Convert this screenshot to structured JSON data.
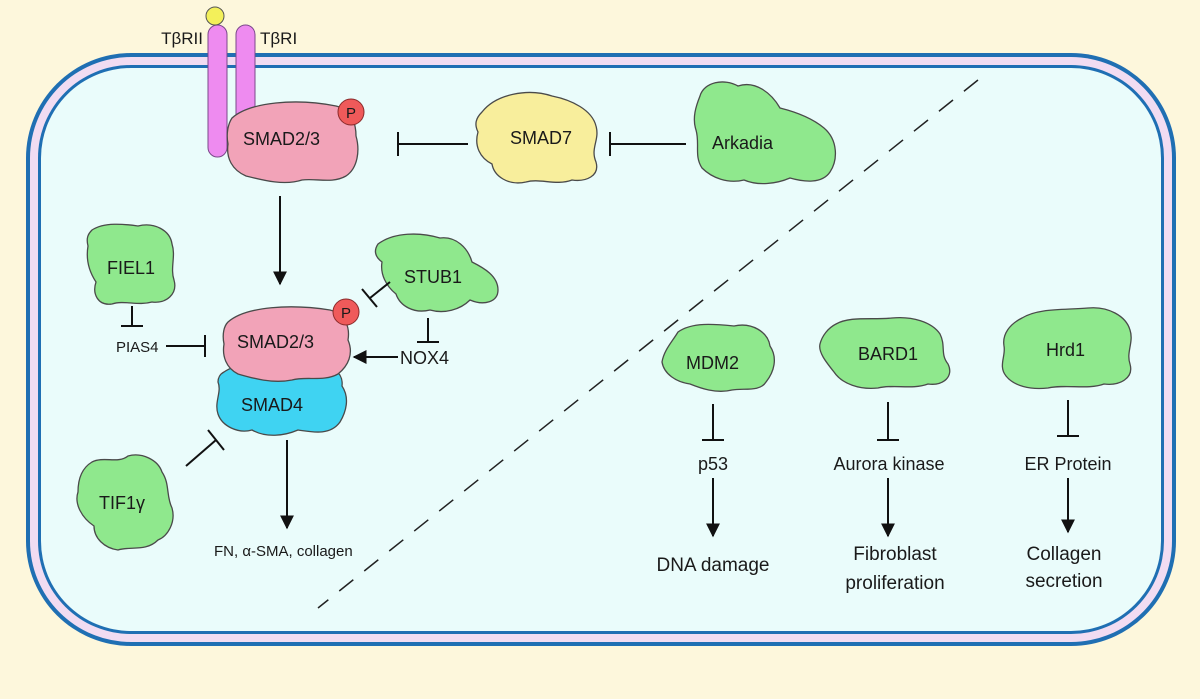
{
  "receptors": {
    "tbrii": "TβRII",
    "tbri": "TβRI"
  },
  "phospho_label": "P",
  "proteins": {
    "smad23_top": "SMAD2/3",
    "smad7": "SMAD7",
    "arkadia": "Arkadia",
    "fiel1": "FIEL1",
    "stub1": "STUB1",
    "smad23_complex": "SMAD2/3",
    "smad4": "SMAD4",
    "tif1g": "TIF1γ",
    "mdm2": "MDM2",
    "bard1": "BARD1",
    "hrd1": "Hrd1"
  },
  "labels": {
    "pias4": "PIAS4",
    "nox4": "NOX4",
    "outputs": "FN, α-SMA, collagen",
    "p53": "p53",
    "dna_damage": "DNA damage",
    "aurora_kinase": "Aurora kinase",
    "fibroblast_line1": "Fibroblast",
    "fibroblast_line2": "proliferation",
    "er_protein": "ER Protein",
    "collagen_line1": "Collagen",
    "collagen_line2": "secretion"
  },
  "colors": {
    "background": "#fdf7dc",
    "cell_fill": "#eafcfb",
    "membrane_outer": "#1f6fb3",
    "membrane_band": "#f1dcf2",
    "receptor": "#ee8bf0",
    "ligand": "#f3f05a",
    "green_protein": "#8fe88d",
    "smad23": "#f2a3b8",
    "smad7": "#f8ee9c",
    "smad4": "#3fd3f2",
    "phospho": "#ef5a5a"
  }
}
